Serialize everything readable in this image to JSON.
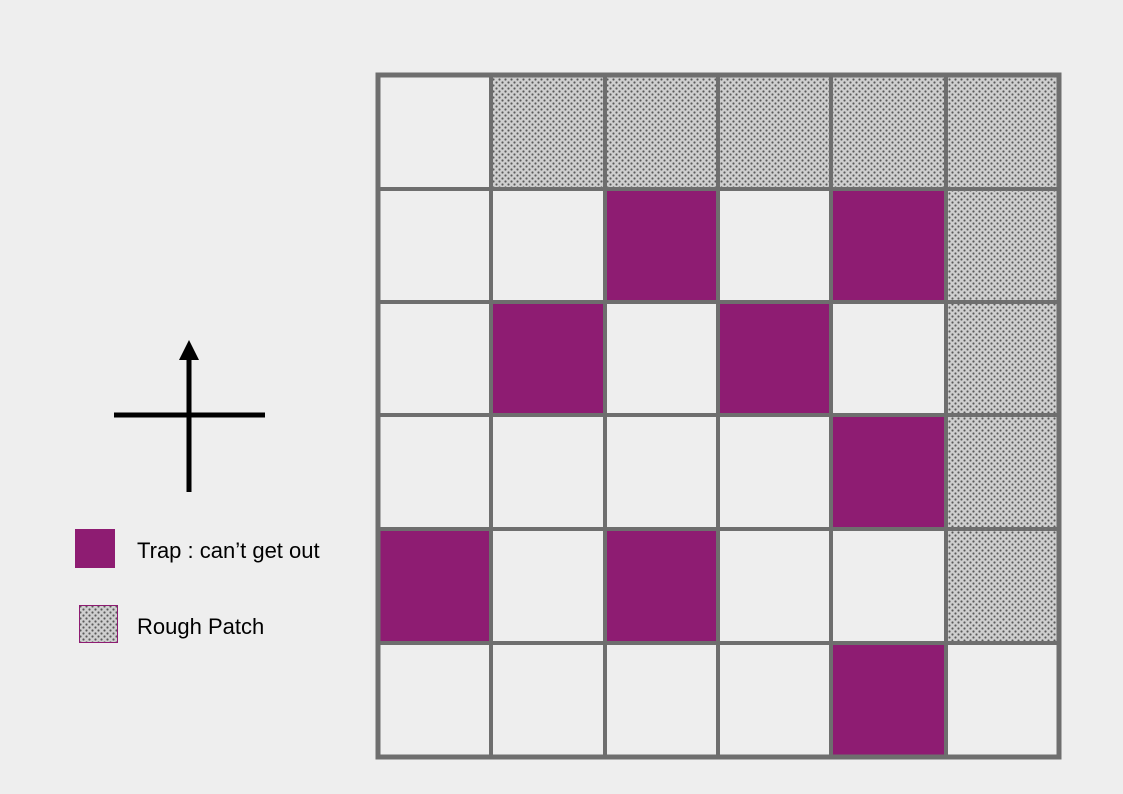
{
  "colors": {
    "background": "#eeeeee",
    "empty_cell": "#eeeeee",
    "grid_line": "#6e6e6e",
    "trap": "#8e1c72",
    "rough_base": "#cfcfcf",
    "rough_dots": "#5a5a5a",
    "compass": "#000000"
  },
  "grid": {
    "rows": 6,
    "cols": 6,
    "cells": [
      [
        "empty",
        "rough",
        "rough",
        "rough",
        "rough",
        "rough"
      ],
      [
        "empty",
        "empty",
        "trap",
        "empty",
        "trap",
        "rough"
      ],
      [
        "empty",
        "trap",
        "empty",
        "trap",
        "empty",
        "rough"
      ],
      [
        "empty",
        "empty",
        "empty",
        "empty",
        "trap",
        "rough"
      ],
      [
        "trap",
        "empty",
        "trap",
        "empty",
        "empty",
        "rough"
      ],
      [
        "empty",
        "empty",
        "empty",
        "empty",
        "trap",
        "empty"
      ]
    ]
  },
  "compass": {
    "arrow_direction": "up",
    "icon": "compass-cross-icon"
  },
  "legend": {
    "trap_label": "Trap : can’t get out",
    "rough_label": "Rough Patch"
  }
}
